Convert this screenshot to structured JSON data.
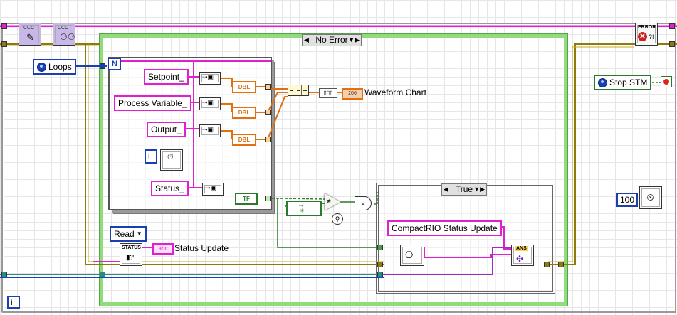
{
  "top_vis": {
    "vi1_label": "CCC",
    "vi2_label": "CCC",
    "error_vi_label": "ERROR"
  },
  "loops_control": "Loops",
  "stop_control": "Stop STM",
  "case_structure": {
    "selector": "No Error"
  },
  "inner_case": {
    "selector": "True"
  },
  "for_loop": {
    "count_terminal": "N",
    "iteration_terminal": "i"
  },
  "while_loop": {
    "iteration_terminal": "i"
  },
  "cluster_names": [
    "Setpoint_",
    "Process Variable_",
    "Output_",
    "Status_"
  ],
  "type_labels": {
    "dbl": "DBL",
    "tf": "TF",
    "abc": "abc",
    "wave": "206"
  },
  "waveform_chart": "Waveform Chart",
  "read_enum": "Read",
  "status_vi_label": "STATUS",
  "status_update": "Status Update",
  "cio_string": "CompactRIO Status Update",
  "ans_label": "ANS",
  "wait_constant": "100",
  "colors": {
    "pink": "#e020d0",
    "blue": "#1a3fb3",
    "orange": "#e07010",
    "green": "#2a7a2a",
    "olive": "#8a7a10",
    "frame": "#8fdc7a"
  }
}
